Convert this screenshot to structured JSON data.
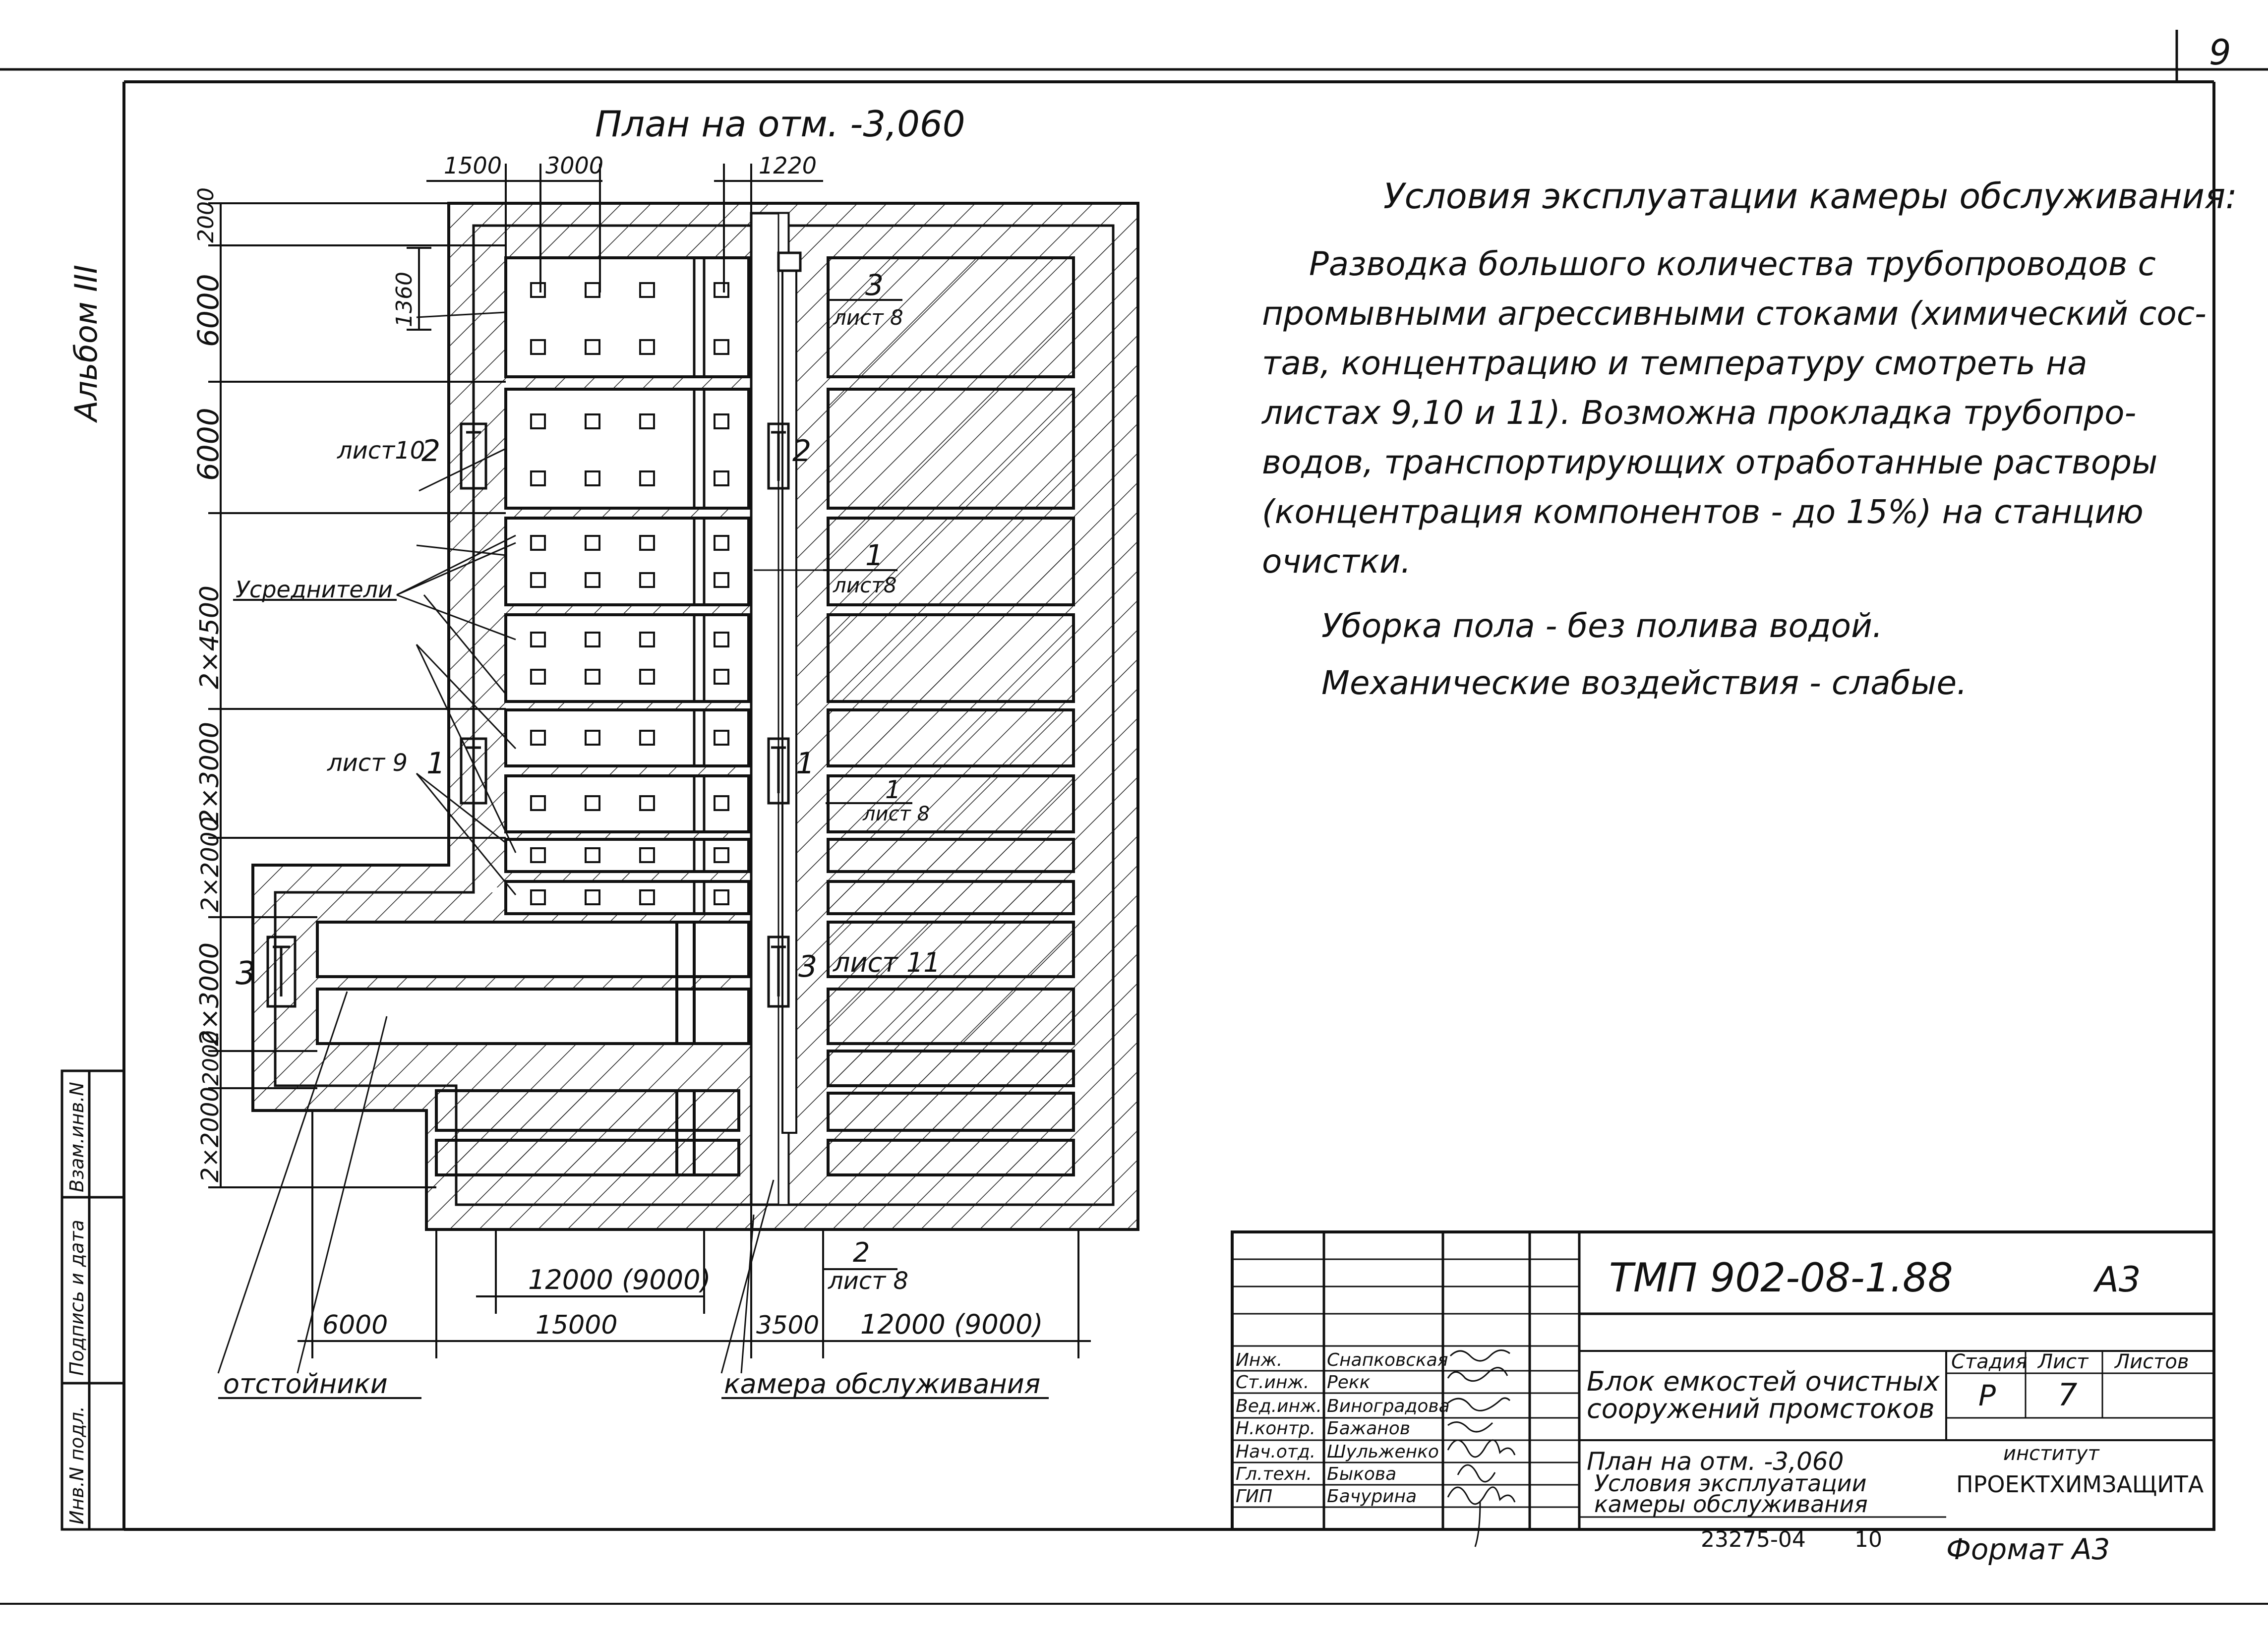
{
  "sheet": {
    "page_number": "9",
    "album_label": "Альбом III"
  },
  "plan": {
    "title": "План на отм. -3,060",
    "top_dims": [
      "1500",
      "3000",
      "1220"
    ],
    "left_dims": [
      "2000",
      "6000",
      "6000",
      "2×4500",
      "2×3000",
      "2×2000",
      "2×3000",
      "2000",
      "2×2000"
    ],
    "small_dim": "1360",
    "bottom_dims": {
      "upper": "12000 (9000)",
      "lower": [
        "6000",
        "15000",
        "3500",
        "12000 (9000)"
      ]
    },
    "section_marks": [
      "1",
      "2",
      "3"
    ],
    "labels": {
      "sheet10": "лист10",
      "sheet9": "лист 9",
      "averagers": "Усреднители",
      "settlers": "отстойники",
      "service_chamber": "камера обслуживания",
      "sheet11": "лист 11"
    },
    "section_refs": [
      {
        "num": "3",
        "sheet": "лист 8"
      },
      {
        "num": "1",
        "sheet": "лист8"
      },
      {
        "num": "1",
        "sheet": "лист 8"
      },
      {
        "num": "2",
        "sheet": "лист 8"
      }
    ]
  },
  "notes": {
    "heading": "Условия эксплуатации камеры обслуживания:",
    "paragraph_lines": [
      "Разводка большого количества трубопроводов с",
      "промывными агрессивными стоками (химический сос-",
      "тав, концентрацию и температуру смотреть на",
      "листах 9,10 и 11). Возможна прокладка трубопро-",
      "водов, транспортирующих отработанные растворы",
      "(концентрация компонентов - до 15%) на станцию",
      "очистки."
    ],
    "line2": "Уборка пола - без полива водой.",
    "line3": "Механические воздействия - слабые."
  },
  "side_stamp": [
    "Инв.N подл.",
    "Подпись и дата",
    "Взам.инв.N"
  ],
  "title_block": {
    "code": "ТМП 902-08-1.88",
    "format_code": "А3",
    "roles": [
      "Инж.",
      "Ст.инж.",
      "Вед.инж.",
      "Н.контр.",
      "Нач.отд.",
      "Гл.техн.",
      "ГИП"
    ],
    "names": [
      "Снапковская",
      "Рекк",
      "Виноградова",
      "Бажанов",
      "Шульженко",
      "Быкова",
      "Бачурина"
    ],
    "object_title": "Блок емкостей очистных сооружений промстоков",
    "object_title_lines": [
      "Блок емкостей очистных",
      "сооружений промстоков"
    ],
    "sheet_title_lines": [
      "План на отм. -3,060",
      "Условия эксплуатации",
      "камеры обслуживания"
    ],
    "stage_label": "Стадия",
    "sheet_label": "Лист",
    "sheets_label": "Листов",
    "stage": "Р",
    "sheet": "7",
    "org_label": "институт",
    "org": "ПРОЕКТХИМЗАЩИТА",
    "archive": "23275-04",
    "archive_sheet": "10",
    "format_label": "Формат А3"
  }
}
